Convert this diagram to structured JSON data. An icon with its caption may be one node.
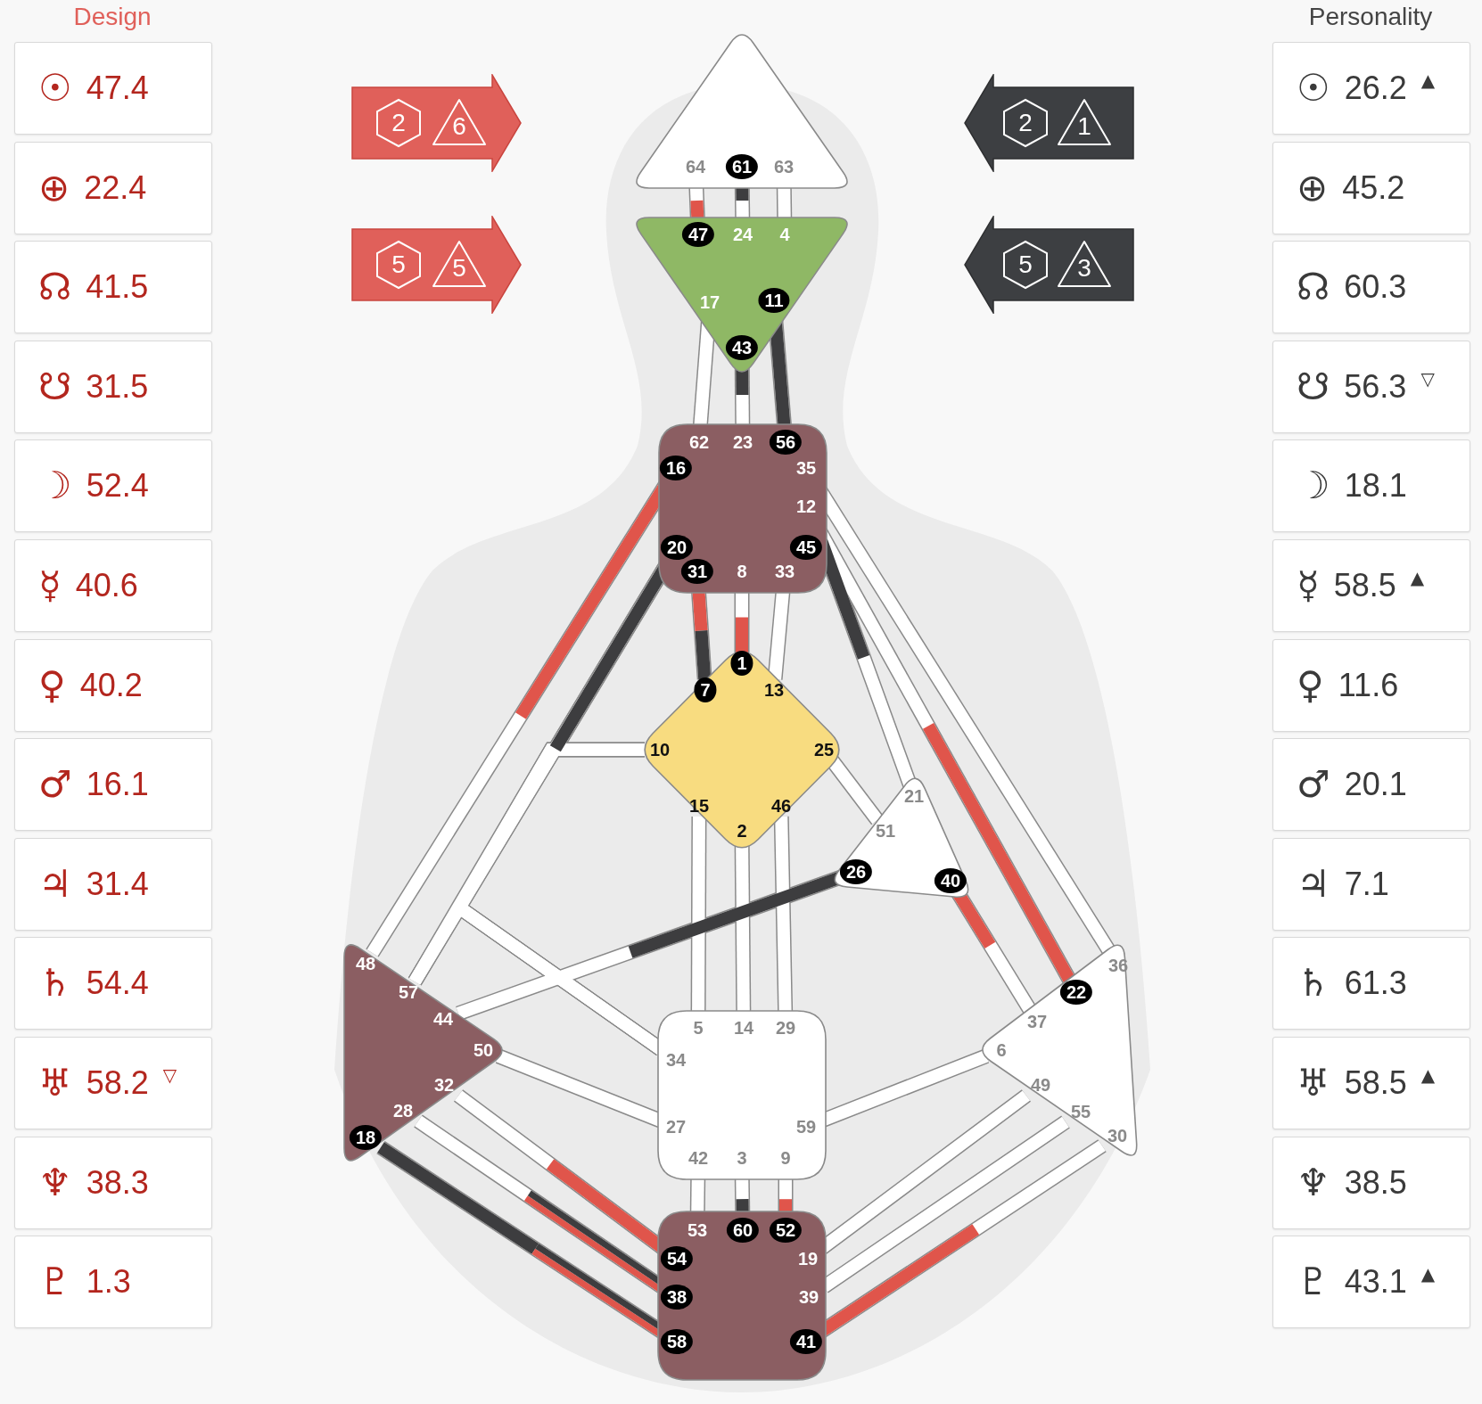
{
  "diagram": {
    "nodes": [
      {
        "text": [
          "☉",
          "47.4"
        ]
      },
      {
        "text": [
          "⊕",
          "22.4"
        ]
      },
      {
        "text": [
          "☊",
          "41.5"
        ]
      },
      {
        "text": [
          "☋",
          "31.5"
        ]
      },
      {
        "text": [
          "☽",
          "52.4"
        ]
      },
      {
        "text": [
          "☿",
          "40.6"
        ]
      },
      {
        "text": [
          "♀",
          "40.2"
        ]
      },
      {
        "text": [
          "♂",
          "16.1"
        ]
      },
      {
        "text": [
          "♃",
          "31.4"
        ]
      },
      {
        "text": [
          "♄",
          "54.4"
        ]
      },
      {
        "text": [
          "♅",
          "58.2",
          "▽"
        ]
      },
      {
        "text": [
          "♆",
          "38.3"
        ]
      },
      {
        "text": [
          "♇",
          "1.3"
        ]
      },
      {
        "text": [
          "☉",
          "26.2",
          "▲"
        ]
      },
      {
        "text": [
          "⊕",
          "45.2"
        ]
      },
      {
        "text": [
          "☊",
          "60.3"
        ]
      },
      {
        "text": [
          "☋",
          "56.3",
          "▽"
        ]
      },
      {
        "text": [
          "☽",
          "18.1"
        ]
      },
      {
        "text": [
          "☿",
          "58.5",
          "▲"
        ]
      },
      {
        "text": [
          "♀",
          "11.6"
        ]
      },
      {
        "text": [
          "♂",
          "20.1"
        ]
      },
      {
        "text": [
          "♃",
          "7.1"
        ]
      },
      {
        "text": [
          "♄",
          "61.3"
        ]
      },
      {
        "text": [
          "♅",
          "58.5",
          "▲"
        ]
      },
      {
        "text": [
          "♆",
          "38.5"
        ]
      },
      {
        "text": [
          "♇",
          "43.1",
          "▲"
        ]
      },
      {
        "text": [
          "2",
          "6"
        ]
      },
      {
        "text": [
          "2",
          "1"
        ]
      },
      {
        "text": [
          "5",
          "5"
        ]
      },
      {
        "text": [
          "5",
          "3"
        ]
      },
      {
        "text": [],
        "shape": "triangle"
      },
      {
        "text": [
          "64"
        ],
        "in": 30
      },
      {
        "text": [
          "61"
        ],
        "in": 30
      },
      {
        "text": [
          "63"
        ],
        "in": 30
      },
      {
        "text": [],
        "shape": "triangle"
      },
      {
        "text": [
          "47"
        ],
        "in": 34
      },
      {
        "text": [
          "24"
        ],
        "in": 34
      },
      {
        "text": [
          "4"
        ],
        "in": 34
      },
      {
        "text": [
          "17"
        ],
        "in": 34
      },
      {
        "text": [
          "11"
        ],
        "in": 34
      },
      {
        "text": [
          "43"
        ],
        "in": 34
      },
      {
        "text": [],
        "shape": "box"
      },
      {
        "text": [
          "62"
        ],
        "in": 41
      },
      {
        "text": [
          "23"
        ],
        "in": 41
      },
      {
        "text": [
          "56"
        ],
        "in": 41
      },
      {
        "text": [
          "16"
        ],
        "in": 41
      },
      {
        "text": [
          "35"
        ],
        "in": 41
      },
      {
        "text": [
          "12"
        ],
        "in": 41
      },
      {
        "text": [
          "20"
        ],
        "in": 41
      },
      {
        "text": [
          "45"
        ],
        "in": 41
      },
      {
        "text": [
          "31"
        ],
        "in": 41
      },
      {
        "text": [
          "8"
        ],
        "in": 41
      },
      {
        "text": [
          "33"
        ],
        "in": 41
      },
      {
        "text": [],
        "shape": "diamond"
      },
      {
        "text": [
          "1"
        ],
        "in": 53
      },
      {
        "text": [
          "7"
        ],
        "in": 53
      },
      {
        "text": [
          "13"
        ],
        "in": 53
      },
      {
        "text": [
          "10"
        ],
        "in": 53
      },
      {
        "text": [
          "25"
        ],
        "in": 53
      },
      {
        "text": [
          "15"
        ],
        "in": 53
      },
      {
        "text": [
          "46"
        ],
        "in": 53
      },
      {
        "text": [
          "2"
        ],
        "in": 53
      },
      {
        "text": [],
        "shape": "triangle"
      },
      {
        "text": [
          "21"
        ],
        "in": 62
      },
      {
        "text": [
          "51"
        ],
        "in": 62
      },
      {
        "text": [
          "26"
        ],
        "in": 62
      },
      {
        "text": [
          "40"
        ],
        "in": 62
      },
      {
        "text": [],
        "shape": "triangle"
      },
      {
        "text": [
          "48"
        ],
        "in": 67
      },
      {
        "text": [
          "57"
        ],
        "in": 67
      },
      {
        "text": [
          "44"
        ],
        "in": 67
      },
      {
        "text": [
          "50"
        ],
        "in": 67
      },
      {
        "text": [
          "32"
        ],
        "in": 67
      },
      {
        "text": [
          "28"
        ],
        "in": 67
      },
      {
        "text": [
          "18"
        ],
        "in": 67
      },
      {
        "text": [],
        "shape": "box"
      },
      {
        "text": [
          "5"
        ],
        "in": 75
      },
      {
        "text": [
          "14"
        ],
        "in": 75
      },
      {
        "text": [
          "29"
        ],
        "in": 75
      },
      {
        "text": [
          "34"
        ],
        "in": 75
      },
      {
        "text": [
          "27"
        ],
        "in": 75
      },
      {
        "text": [
          "59"
        ],
        "in": 75
      },
      {
        "text": [
          "42"
        ],
        "in": 75
      },
      {
        "text": [
          "3"
        ],
        "in": 75
      },
      {
        "text": [
          "9"
        ],
        "in": 75
      },
      {
        "text": [],
        "shape": "triangle"
      },
      {
        "text": [
          "36"
        ],
        "in": 85
      },
      {
        "text": [
          "22"
        ],
        "in": 85
      },
      {
        "text": [
          "37"
        ],
        "in": 85
      },
      {
        "text": [
          "6"
        ],
        "in": 85
      },
      {
        "text": [
          "49"
        ],
        "in": 85
      },
      {
        "text": [
          "55"
        ],
        "in": 85
      },
      {
        "text": [
          "30"
        ],
        "in": 85
      },
      {
        "text": [],
        "shape": "box"
      },
      {
        "text": [
          "53"
        ],
        "in": 93
      },
      {
        "text": [
          "60"
        ],
        "in": 93
      },
      {
        "text": [
          "52"
        ],
        "in": 93
      },
      {
        "text": [
          "54"
        ],
        "in": 93
      },
      {
        "text": [
          "19"
        ],
        "in": 93
      },
      {
        "text": [
          "38"
        ],
        "in": 93
      },
      {
        "text": [
          "39"
        ],
        "in": 93
      },
      {
        "text": [
          "58"
        ],
        "in": 93
      },
      {
        "text": [
          "41"
        ],
        "in": 93
      }
    ],
    "edges": [
      {
        "from": 31,
        "to": 35,
        "arrow": "none"
      },
      {
        "from": 32,
        "to": 36,
        "arrow": "none"
      },
      {
        "from": 33,
        "to": 37,
        "arrow": "none"
      },
      {
        "from": 38,
        "to": 42,
        "arrow": "none"
      },
      {
        "from": 40,
        "to": 43,
        "arrow": "none"
      },
      {
        "from": 39,
        "to": 44,
        "arrow": "none"
      },
      {
        "from": 50,
        "to": 55,
        "arrow": "none"
      },
      {
        "from": 51,
        "to": 54,
        "arrow": "none"
      },
      {
        "from": 52,
        "to": 56,
        "arrow": "none"
      },
      {
        "from": 45,
        "to": 68,
        "arrow": "none"
      },
      {
        "from": 48,
        "to": 69,
        "arrow": "none"
      },
      {
        "from": 57,
        "to": 69,
        "arrow": "none"
      },
      {
        "from": 79,
        "to": 69,
        "arrow": "none"
      },
      {
        "from": 49,
        "to": 63,
        "arrow": "none"
      },
      {
        "from": 47,
        "to": 87,
        "arrow": "none"
      },
      {
        "from": 46,
        "to": 86,
        "arrow": "none"
      },
      {
        "from": 58,
        "to": 64,
        "arrow": "none"
      },
      {
        "from": 65,
        "to": 70,
        "arrow": "none"
      },
      {
        "from": 66,
        "to": 88,
        "arrow": "none"
      },
      {
        "from": 59,
        "to": 76,
        "arrow": "none"
      },
      {
        "from": 61,
        "to": 77,
        "arrow": "none"
      },
      {
        "from": 60,
        "to": 78,
        "arrow": "none"
      },
      {
        "from": 80,
        "to": 71,
        "arrow": "none"
      },
      {
        "from": 81,
        "to": 89,
        "arrow": "none"
      },
      {
        "from": 82,
        "to": 94,
        "arrow": "none"
      },
      {
        "from": 83,
        "to": 95,
        "arrow": "none"
      },
      {
        "from": 84,
        "to": 96,
        "arrow": "none"
      },
      {
        "from": 72,
        "to": 97,
        "arrow": "none"
      },
      {
        "from": 73,
        "to": 99,
        "arrow": "none"
      },
      {
        "from": 74,
        "to": 101,
        "arrow": "none"
      },
      {
        "from": 90,
        "to": 98,
        "arrow": "none"
      },
      {
        "from": 91,
        "to": 100,
        "arrow": "none"
      },
      {
        "from": 92,
        "to": 102,
        "arrow": "none"
      },
      {
        "from": 48,
        "to": 79,
        "arrow": "none"
      },
      {
        "from": 57,
        "to": 79,
        "arrow": "none"
      }
    ],
    "labels": [
      "Design",
      "Personality"
    ]
  }
}
